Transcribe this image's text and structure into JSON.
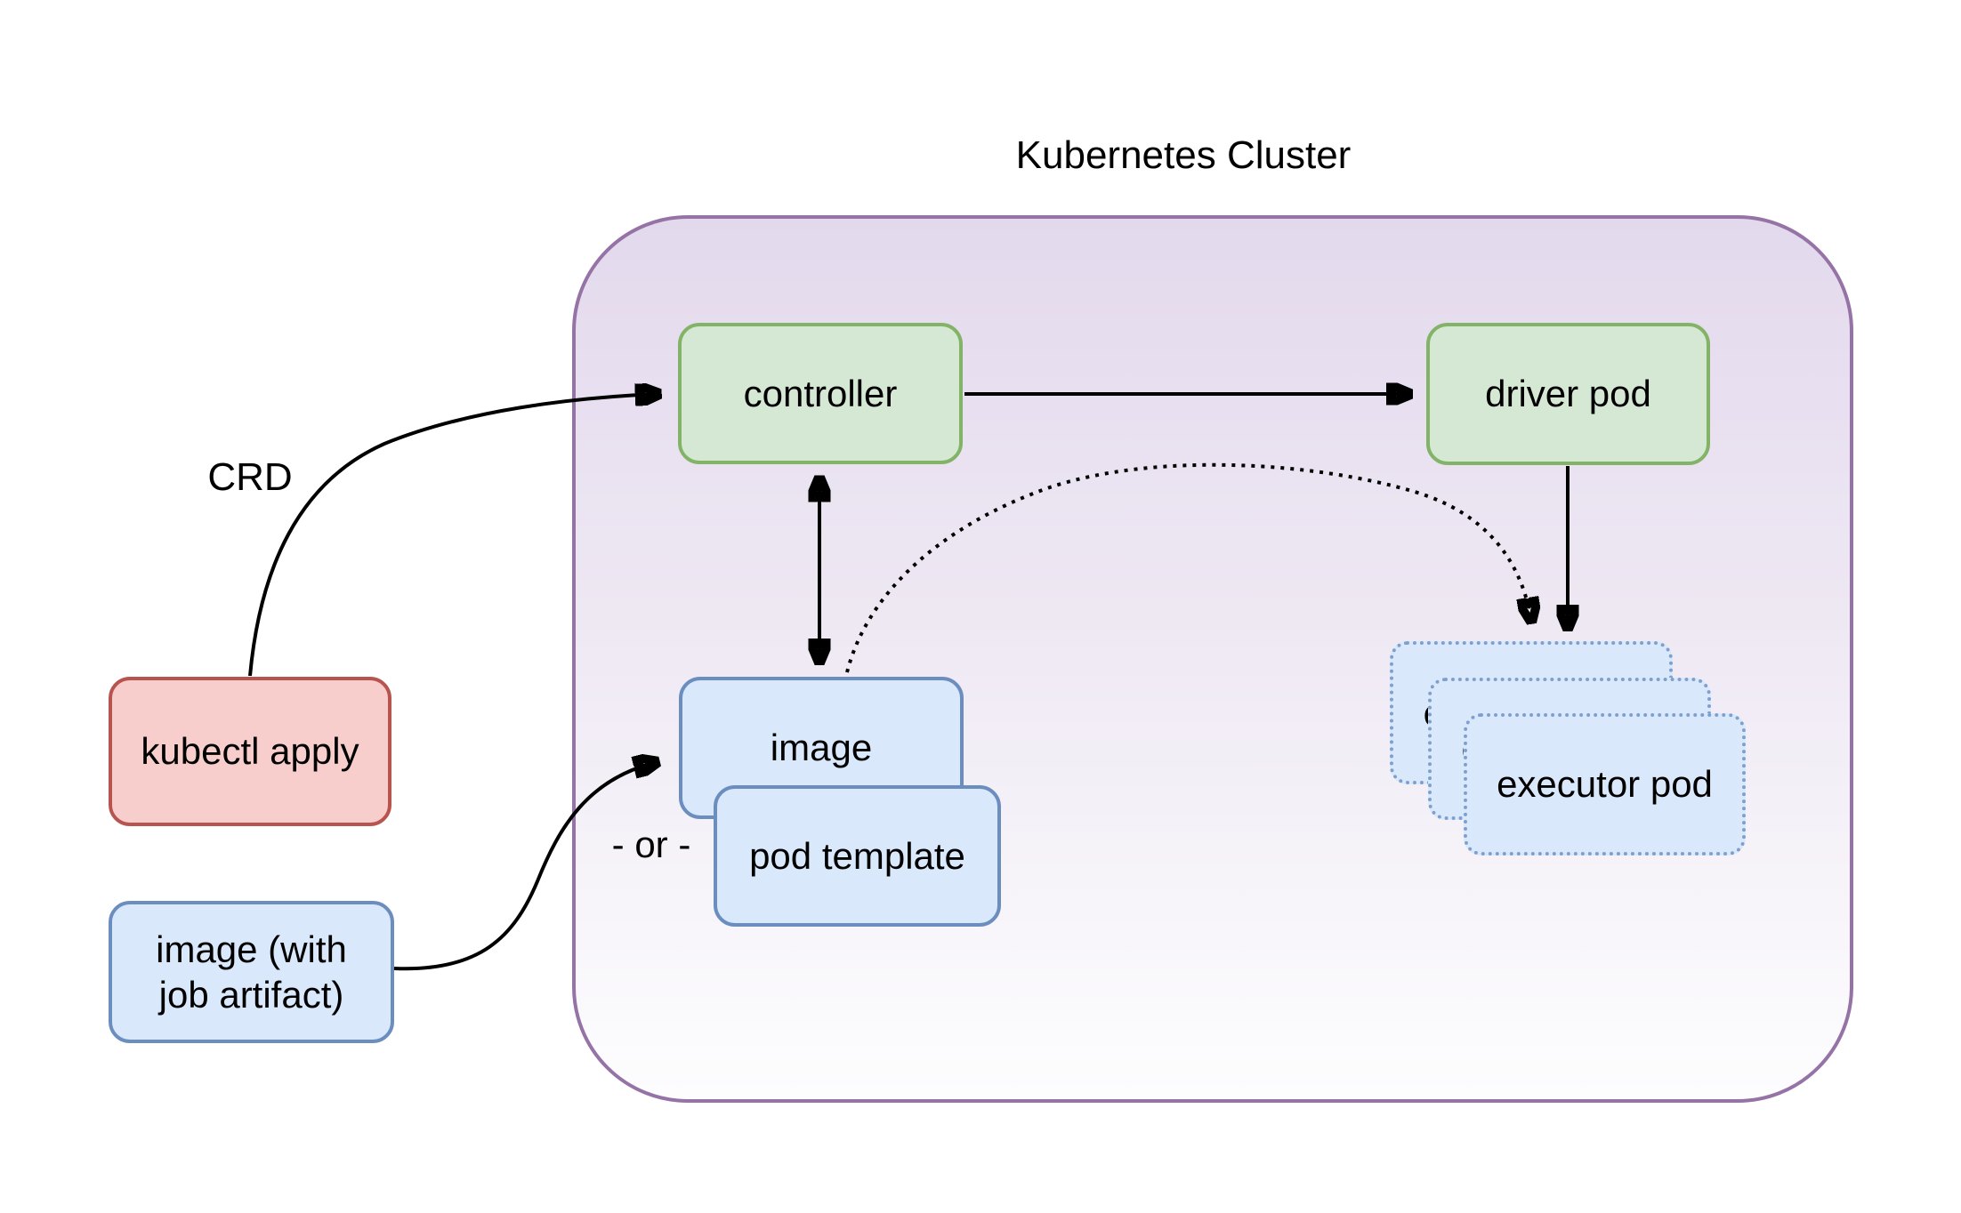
{
  "diagram": {
    "title": "Kubernetes Cluster",
    "nodes": {
      "kubectl_apply": {
        "label": "kubectl apply"
      },
      "image_with_artifact": {
        "label_line1": "image (with",
        "label_line2": "job artifact)"
      },
      "controller": {
        "label": "controller"
      },
      "driver_pod": {
        "label": "driver pod"
      },
      "image": {
        "label": "image"
      },
      "pod_template": {
        "label": "pod template"
      },
      "executor_pod": {
        "label": "executor pod"
      }
    },
    "edge_labels": {
      "crd": "CRD",
      "or": "- or -"
    },
    "edges": [
      "kubectl apply -> controller (solid, labeled CRD)",
      "controller -> driver pod (solid)",
      "controller <-> image (solid, double-headed)",
      "driver pod -> executor pods (solid)",
      "image -> executor pods (dotted)",
      "image (with job artifact) -> image (solid, labeled - or -)"
    ],
    "colors": {
      "cluster_border": "#9673a6",
      "cluster_gradient_top": "#e3d9ed",
      "cluster_gradient_bottom": "#fdfdfe",
      "green_fill": "#d5e8d4",
      "green_border": "#82b366",
      "red_fill": "#f8cecc",
      "red_border": "#b85450",
      "blue_fill": "#dae8fc",
      "blue_border": "#6c8ebf",
      "executor_dotted_border": "#7da0cd",
      "arrow": "#000000",
      "text": "#000000",
      "page_background": "#ffffff"
    }
  }
}
